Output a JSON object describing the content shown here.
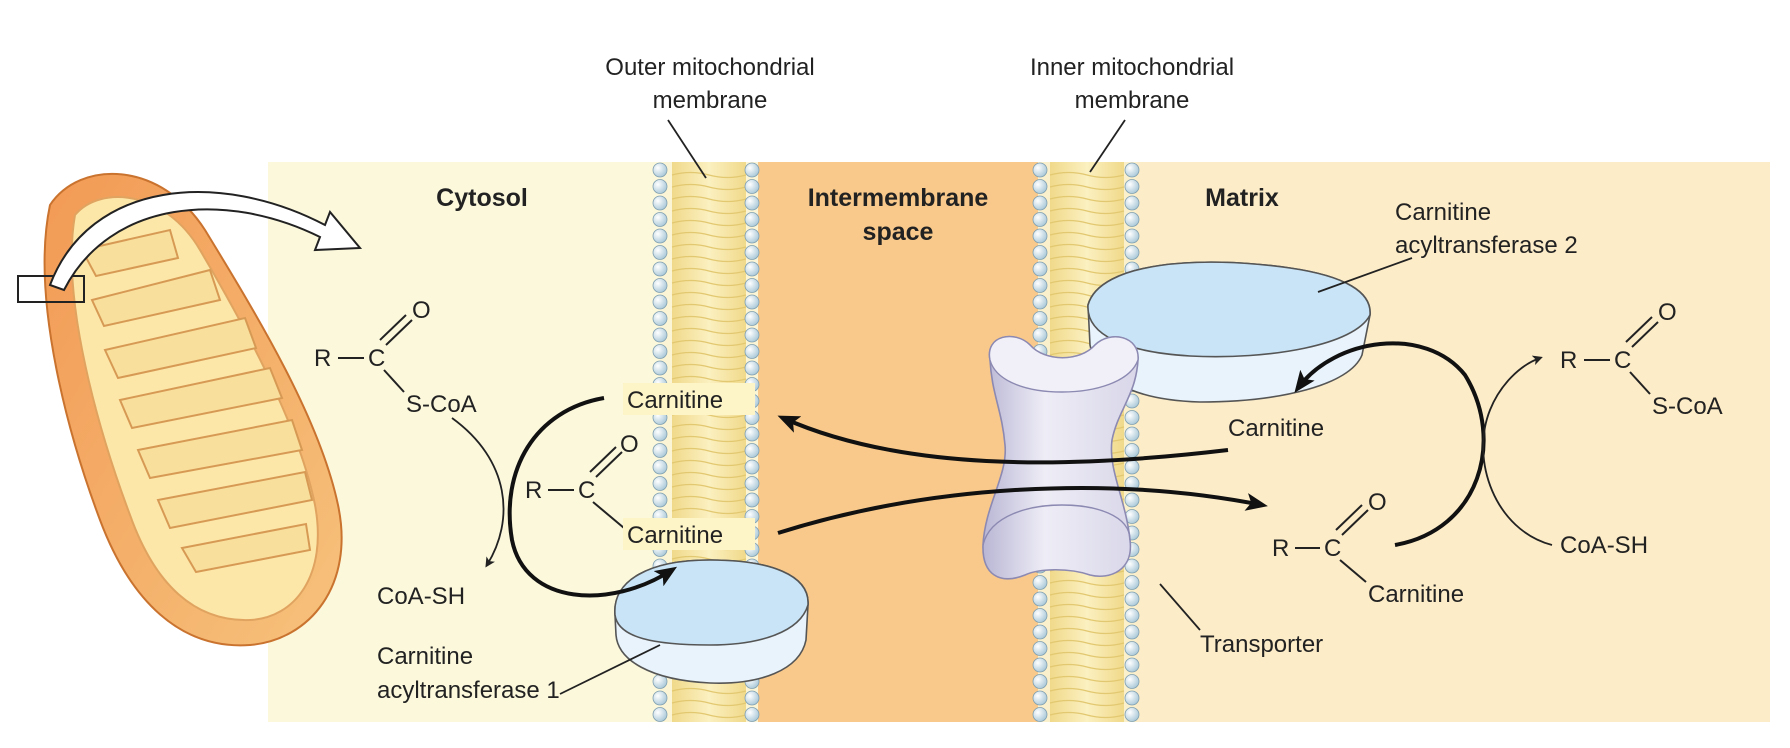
{
  "colors": {
    "cytosol": "#fbf8dc",
    "intermembrane": "#f8c98b",
    "matrix": "#fcecc8",
    "membrane_core": "#f5e3a0",
    "head_group": "#cfe3ee",
    "enzyme": "#c9e4f6",
    "transporter": "#e6e4f0",
    "mito_outer": "#ef8a4a"
  },
  "labels": {
    "outer_membrane": [
      "Outer mitochondrial",
      "membrane"
    ],
    "inner_membrane": [
      "Inner mitochondrial",
      "membrane"
    ],
    "cytosol": "Cytosol",
    "intermembrane": [
      "Intermembrane",
      "space"
    ],
    "matrix": "Matrix",
    "cat2": [
      "Carnitine",
      "acyltransferase 2"
    ],
    "cat1": [
      "Carnitine",
      "acyltransferase 1"
    ],
    "transporter": "Transporter"
  },
  "molecules": {
    "R": "R",
    "C": "C",
    "O": "O",
    "s_coa": "S-CoA",
    "coa_sh": "CoA-SH",
    "carnitine": "Carnitine"
  }
}
